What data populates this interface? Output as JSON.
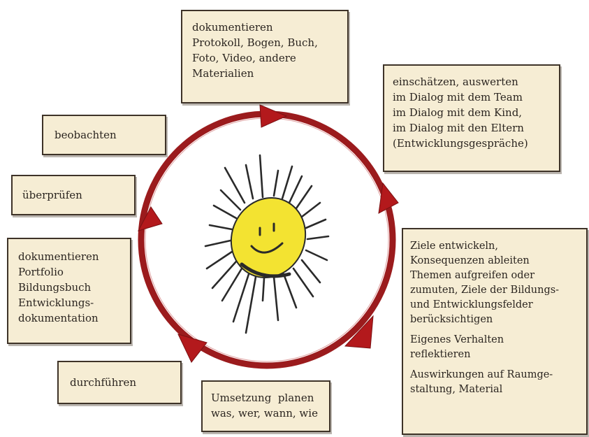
{
  "boxes": {
    "dokumentieren_top": [
      "dokumentieren",
      "Protokoll, Bogen, Buch,",
      "Foto, Video, andere",
      "Materialien"
    ],
    "einschaetzen": [
      "einschätzen, auswerten",
      "im Dialog mit dem Team",
      "im Dialog mit dem Kind,",
      "im Dialog mit den Eltern",
      "(Entwicklungsgespräche)"
    ],
    "beobachten": [
      "beobachten"
    ],
    "ueberpruefen": [
      "überprüfen"
    ],
    "portfolio": [
      "dokumentieren",
      "Portfolio",
      "Bildungsbuch",
      "Entwicklungs-",
      "dokumentation"
    ],
    "ziele_group1": [
      "Ziele entwickeln,",
      "Konsequenzen ableiten",
      "Themen aufgreifen oder",
      "zumuten, Ziele der Bildungs-",
      "und Entwicklungsfelder",
      "berücksichtigen"
    ],
    "ziele_group2": [
      "Eigenes Verhalten",
      "reflektieren"
    ],
    "ziele_group3": [
      "Auswirkungen auf Raumge-",
      "staltung, Material"
    ],
    "durchfuehren": [
      "durchführen"
    ],
    "umsetzung": [
      "Umsetzung  planen",
      "was, wer, wann, wie"
    ]
  },
  "colors": {
    "cycle": "#9b1b1d",
    "arrow": "#b3191c",
    "box_bg": "#f6edd4",
    "box_border": "#3e3328",
    "sun_fill": "#f3e331",
    "sun_stroke": "#2a2a2a"
  },
  "center_icon": "smiling-sun-drawing"
}
